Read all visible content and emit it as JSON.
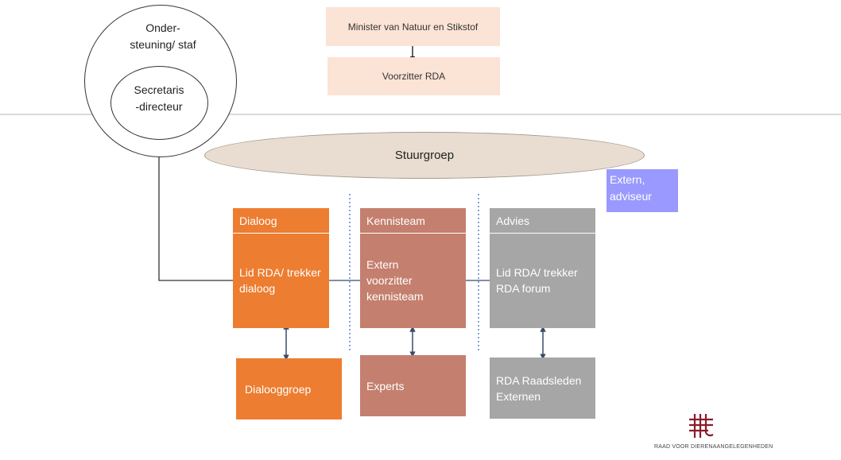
{
  "top": {
    "minister": "Minister van Natuur en Stikstof",
    "voorzitter": "Voorzitter RDA"
  },
  "circle": {
    "outer": "Onder-\nsteuning/ staf",
    "inner": "Secretaris\n-directeur"
  },
  "stuurgroep": "Stuurgroep",
  "extern": "Extern,\nadviseur",
  "columns": [
    {
      "header": "Dialoog",
      "body": "Lid RDA/ trekker\ndialoog",
      "bottom": "Dialooggroep"
    },
    {
      "header": "Kennisteam",
      "body": "Extern\nvoorzitter\nkennisteam",
      "bottom": "Experts"
    },
    {
      "header": "Advies",
      "body": "Lid RDA/ trekker\nRDA forum",
      "bottom": "RDA Raadsleden\nExternen"
    }
  ],
  "logo": {
    "text": "RAAD VOOR DIERENAANGELEGENHEDEN"
  },
  "colors": {
    "orange": "#ed7d31",
    "rose": "#c47f6e",
    "grey": "#a6a6a6",
    "peach": "#fbe3d6",
    "purple": "#9999ff",
    "stuurgroep": "#e8ddd0",
    "logo": "#8b1a2b"
  }
}
